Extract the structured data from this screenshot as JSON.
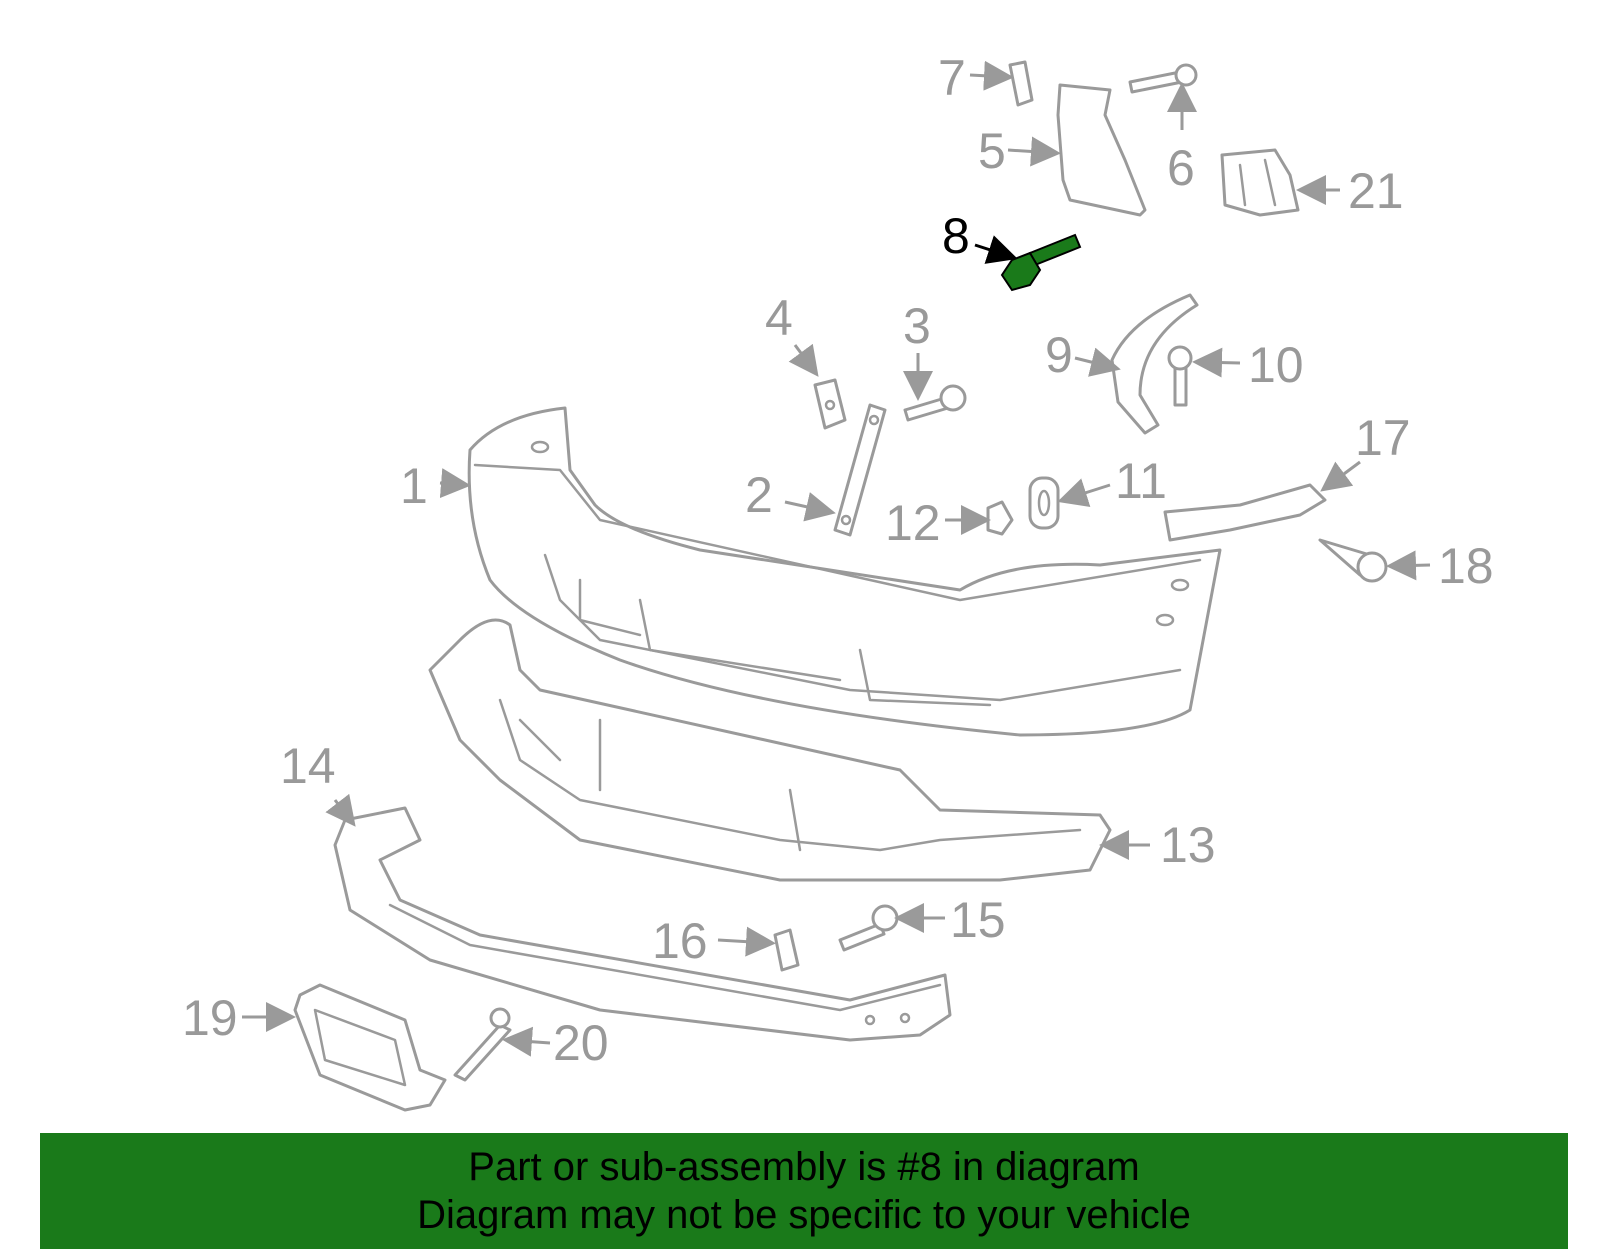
{
  "highlight_color": "#1a7a1a",
  "label_color": "#999999",
  "highlight_label_color": "#000000",
  "callouts": [
    "1",
    "2",
    "3",
    "4",
    "5",
    "6",
    "7",
    "8",
    "9",
    "10",
    "11",
    "12",
    "13",
    "14",
    "15",
    "16",
    "17",
    "18",
    "19",
    "20",
    "21"
  ],
  "highlighted_part": "8",
  "banner": {
    "line1": "Part or sub-assembly is #8 in diagram",
    "line2": "Diagram may not be specific to your vehicle"
  }
}
